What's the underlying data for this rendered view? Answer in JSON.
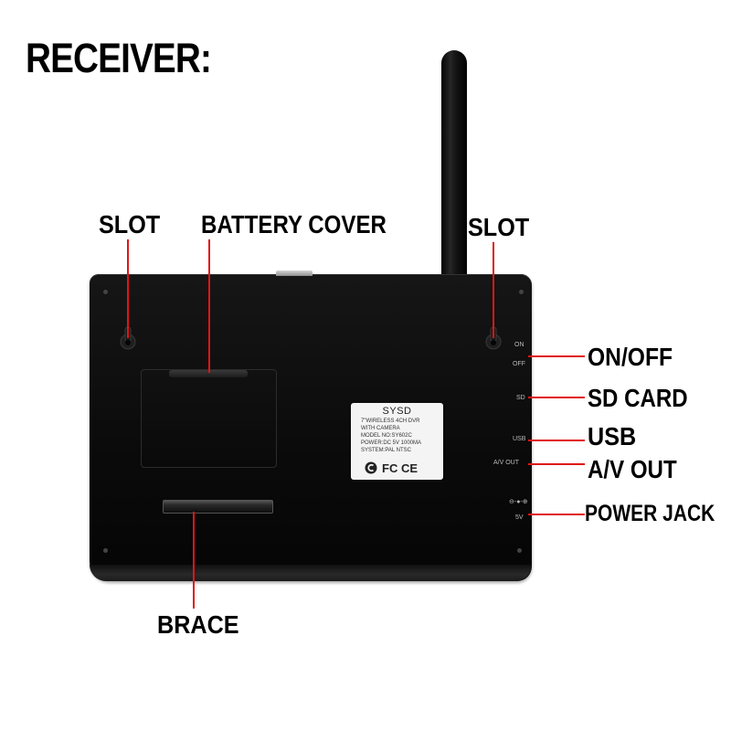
{
  "title": "RECEIVER:",
  "callouts": {
    "slot_left": "SLOT",
    "battery_cover": "BATTERY COVER",
    "slot_right": "SLOT",
    "on_off": "ON/OFF",
    "sd_card": "SD CARD",
    "usb": "USB",
    "av_out": "A/V OUT",
    "power_jack": "POWER JACK",
    "brace": "BRACE"
  },
  "device_label": {
    "brand": "SYSD",
    "line1": "7\"WIRELESS 4CH DVR",
    "line2": "WITH CAMERA",
    "line3": "MODEL NO:SY602C",
    "line4": "POWER:DC 5V 1000MA",
    "line5": "SYSTEM:PAL  NTSC",
    "marks": "FC CE"
  },
  "port_labels": {
    "on": "ON",
    "off": "OFF",
    "sd": "SD",
    "usb": "USB",
    "av_out": "A/V  OUT",
    "power_symbol": "⊖-●-⊕",
    "voltage": "5V"
  },
  "colors": {
    "callout_line": "#e01515",
    "device_body": "#0b0b0b",
    "sticker": "#f4f4f4"
  },
  "icons": [
    "antenna-icon",
    "keyhole-slot-icon",
    "power-polarity-icon",
    "certification-mark-icon"
  ]
}
